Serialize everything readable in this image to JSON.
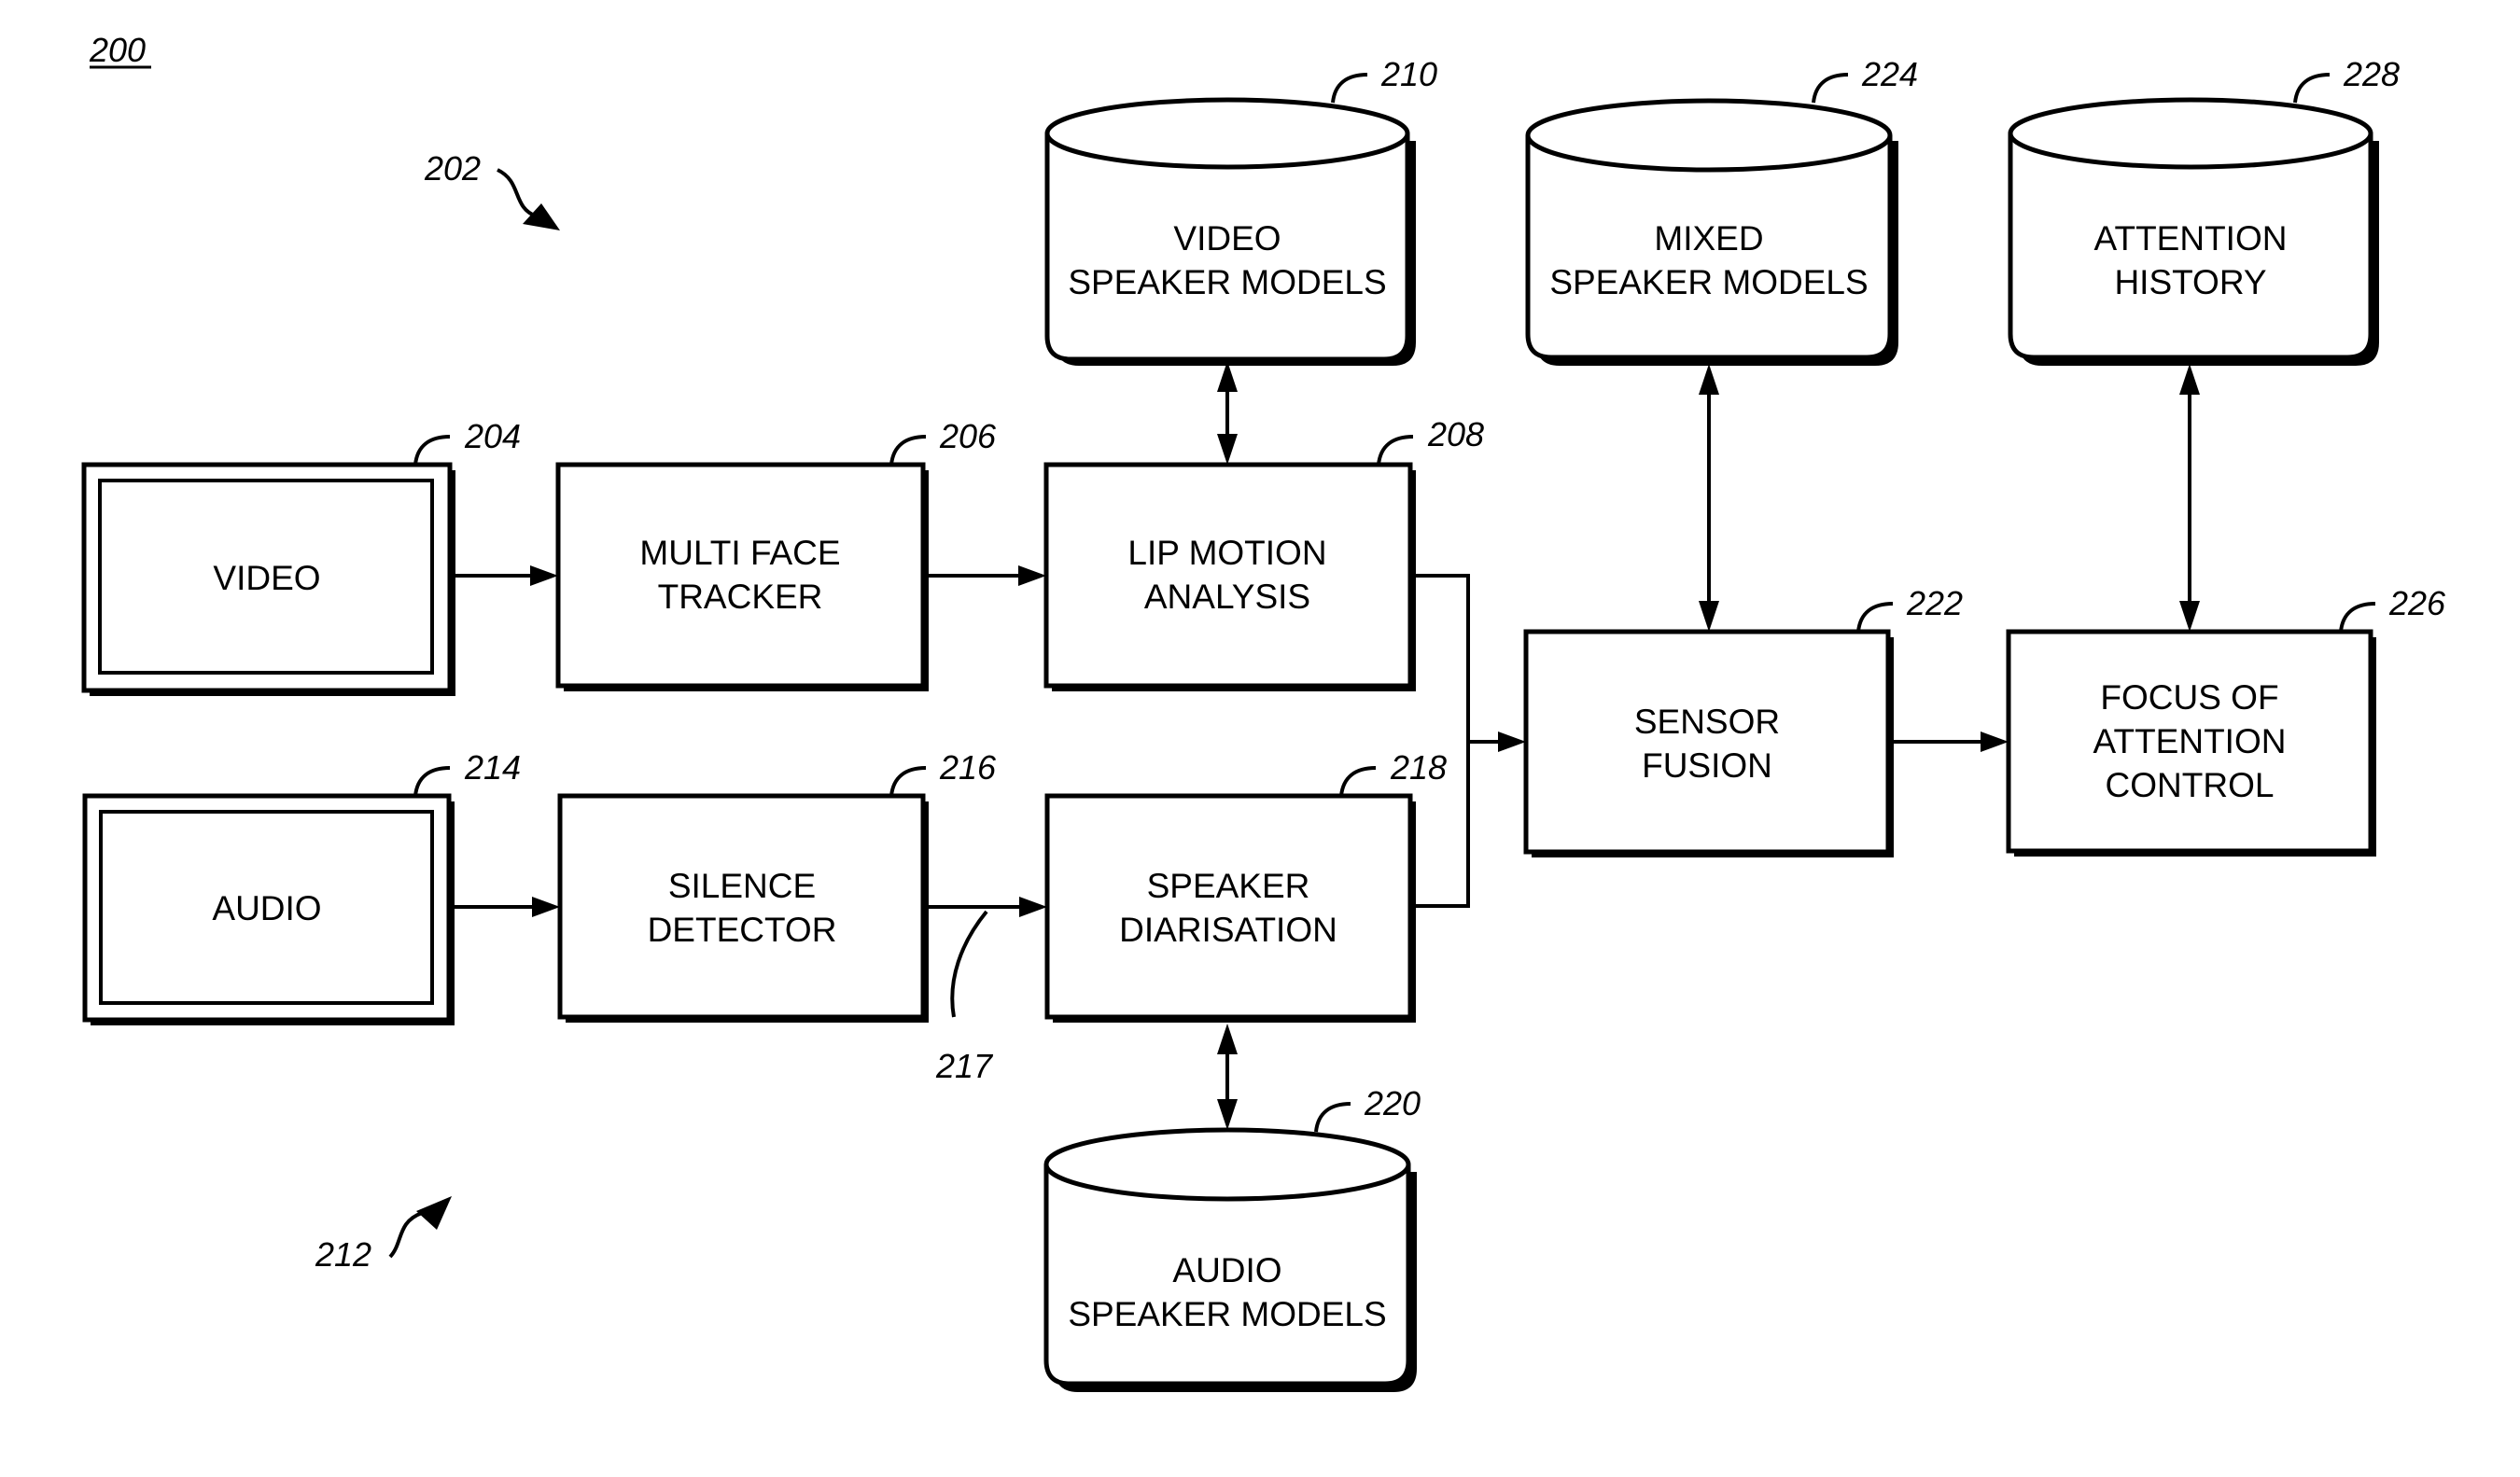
{
  "figure": {
    "number": "200",
    "subsystem_refs": {
      "video_path": "202",
      "audio_path": "212"
    }
  },
  "blocks": {
    "video": {
      "ref": "204",
      "label": [
        "VIDEO"
      ],
      "kind": "source"
    },
    "multi_face_tracker": {
      "ref": "206",
      "label": [
        "MULTI FACE",
        "TRACKER"
      ],
      "kind": "process"
    },
    "lip_motion_analysis": {
      "ref": "208",
      "label": [
        "LIP MOTION",
        "ANALYSIS"
      ],
      "kind": "process"
    },
    "video_speaker_models": {
      "ref": "210",
      "label": [
        "VIDEO",
        "SPEAKER MODELS"
      ],
      "kind": "database"
    },
    "audio": {
      "ref": "214",
      "label": [
        "AUDIO"
      ],
      "kind": "source"
    },
    "silence_detector": {
      "ref": "216",
      "label": [
        "SILENCE",
        "DETECTOR"
      ],
      "kind": "process"
    },
    "speaker_diarisation": {
      "ref": "218",
      "label": [
        "SPEAKER",
        "DIARISATION"
      ],
      "kind": "process"
    },
    "audio_speaker_models": {
      "ref": "220",
      "label": [
        "AUDIO",
        "SPEAKER MODELS"
      ],
      "kind": "database"
    },
    "sensor_fusion": {
      "ref": "222",
      "label": [
        "SENSOR",
        "FUSION"
      ],
      "kind": "process"
    },
    "mixed_speaker_models": {
      "ref": "224",
      "label": [
        "MIXED",
        "SPEAKER MODELS"
      ],
      "kind": "database"
    },
    "focus_of_attention_control": {
      "ref": "226",
      "label": [
        "FOCUS OF",
        "ATTENTION",
        "CONTROL"
      ],
      "kind": "process"
    },
    "attention_history": {
      "ref": "228",
      "label": [
        "ATTENTION",
        "HISTORY"
      ],
      "kind": "database"
    }
  },
  "signals": {
    "silence_to_diarisation": {
      "ref": "217"
    }
  },
  "connections": [
    {
      "from": "video",
      "to": "multi_face_tracker",
      "direction": "forward"
    },
    {
      "from": "multi_face_tracker",
      "to": "lip_motion_analysis",
      "direction": "forward"
    },
    {
      "from": "lip_motion_analysis",
      "to": "video_speaker_models",
      "direction": "bidirectional"
    },
    {
      "from": "audio",
      "to": "silence_detector",
      "direction": "forward"
    },
    {
      "from": "silence_detector",
      "to": "speaker_diarisation",
      "direction": "forward"
    },
    {
      "from": "speaker_diarisation",
      "to": "audio_speaker_models",
      "direction": "bidirectional"
    },
    {
      "from": "lip_motion_analysis",
      "to": "sensor_fusion",
      "direction": "forward"
    },
    {
      "from": "speaker_diarisation",
      "to": "sensor_fusion",
      "direction": "forward"
    },
    {
      "from": "sensor_fusion",
      "to": "mixed_speaker_models",
      "direction": "bidirectional"
    },
    {
      "from": "sensor_fusion",
      "to": "focus_of_attention_control",
      "direction": "forward"
    },
    {
      "from": "focus_of_attention_control",
      "to": "attention_history",
      "direction": "bidirectional"
    }
  ]
}
